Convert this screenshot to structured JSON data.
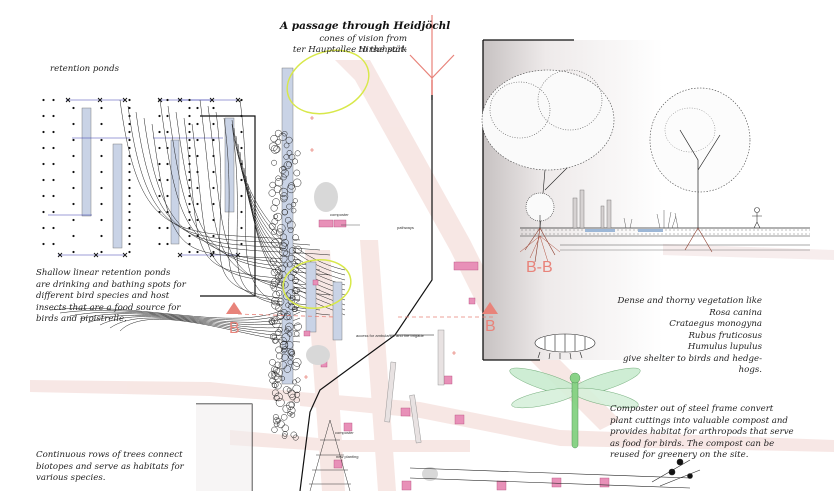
{
  "title": {
    "heading": "A passage through Heidjöchl",
    "sub_line1": "cones of vision from Hirschstät-",
    "sub_line2": "ter Hauptallee to the park"
  },
  "labels": {
    "retention_ponds": "retention ponds",
    "section_marker_left": "B",
    "section_marker_right": "B",
    "section_title": "B-B",
    "composter_1": "composter",
    "composter_2": "composter",
    "pathways": "pathways",
    "access_line": "access for ambulance and fire brigade",
    "planting": "new planting"
  },
  "notes": {
    "ponds_text": [
      "Shallow linear retention ponds",
      "are drinking and bathing spots for",
      "different bird species and host",
      "insects that are a food source for",
      "birds and pipistrelle."
    ],
    "trees_text": [
      "Continuous rows of trees connect",
      "biotopes and serve as habitats for",
      "various species."
    ],
    "vegetation_text": [
      "Dense and thorny vegetation like",
      "Rosa canina",
      "Crataegus monogyna",
      "Rubus fruticosus",
      "Humulus lupulus",
      "give shelter to birds and hedge-",
      "hogs."
    ],
    "composter_text": [
      "Composter out of steel frame convert",
      "plant cuttings into valuable compost and",
      "provides habitat for arthropods that serve",
      "as food for birds. The compost can be",
      "reused for greenery on the site."
    ]
  },
  "colors": {
    "accent_red": "#e8837a",
    "pond_blue": "#c9d3e6",
    "vision_cone": "#d8e84a",
    "compost_pink": "#e890b8",
    "path_pink": "#f6e3e0",
    "dragonfly_green": "#7ed07c"
  }
}
